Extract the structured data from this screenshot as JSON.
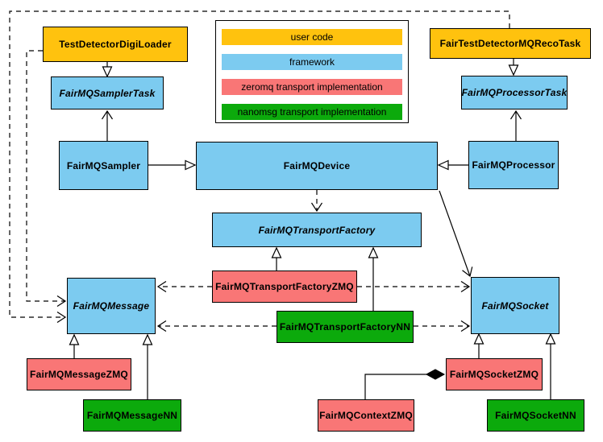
{
  "colors": {
    "user_code": "#FFC20E",
    "framework": "#7CCBF0",
    "zeromq": "#F97676",
    "nanomsg": "#0CAA0C"
  },
  "legend": {
    "items": [
      {
        "label": "user code",
        "color": "#FFC20E"
      },
      {
        "label": "framework",
        "color": "#7CCBF0"
      },
      {
        "label": "zeromq transport implementation",
        "color": "#F97676"
      },
      {
        "label": "nanomsg transport implementation",
        "color": "#0CAA0C"
      }
    ]
  },
  "nodes": {
    "test_detector_digi_loader": {
      "label": "TestDetectorDigiLoader",
      "category": "user_code",
      "abstract": false
    },
    "fair_test_detector_mq_reco_task": {
      "label": "FairTestDetectorMQRecoTask",
      "category": "user_code",
      "abstract": false
    },
    "fair_mq_sampler_task": {
      "label": "FairMQSamplerTask",
      "category": "framework",
      "abstract": true
    },
    "fair_mq_processor_task": {
      "label": "FairMQProcessorTask",
      "category": "framework",
      "abstract": true
    },
    "fair_mq_sampler": {
      "label": "FairMQSampler",
      "category": "framework",
      "abstract": false
    },
    "fair_mq_device": {
      "label": "FairMQDevice",
      "category": "framework",
      "abstract": false
    },
    "fair_mq_processor": {
      "label": "FairMQProcessor",
      "category": "framework",
      "abstract": false
    },
    "fair_mq_transport_factory": {
      "label": "FairMQTransportFactory",
      "category": "framework",
      "abstract": true
    },
    "fair_mq_transport_factory_zmq": {
      "label": "FairMQTransportFactoryZMQ",
      "category": "zeromq",
      "abstract": false
    },
    "fair_mq_transport_factory_nn": {
      "label": "FairMQTransportFactoryNN",
      "category": "nanomsg",
      "abstract": false
    },
    "fair_mq_message": {
      "label": "FairMQMessage",
      "category": "framework",
      "abstract": true
    },
    "fair_mq_socket": {
      "label": "FairMQSocket",
      "category": "framework",
      "abstract": true
    },
    "fair_mq_message_zmq": {
      "label": "FairMQMessageZMQ",
      "category": "zeromq",
      "abstract": false
    },
    "fair_mq_message_nn": {
      "label": "FairMQMessageNN",
      "category": "nanomsg",
      "abstract": false
    },
    "fair_mq_socket_zmq": {
      "label": "FairMQSocketZMQ",
      "category": "zeromq",
      "abstract": false
    },
    "fair_mq_socket_nn": {
      "label": "FairMQSocketNN",
      "category": "nanomsg",
      "abstract": false
    },
    "fair_mq_context_zmq": {
      "label": "FairMQContextZMQ",
      "category": "zeromq",
      "abstract": false
    }
  },
  "edges": [
    {
      "from": "TestDetectorDigiLoader",
      "to": "FairMQSamplerTask",
      "type": "inheritance",
      "line": "solid"
    },
    {
      "from": "FairTestDetectorMQRecoTask",
      "to": "FairMQProcessorTask",
      "type": "inheritance",
      "line": "solid"
    },
    {
      "from": "FairMQSampler",
      "to": "FairMQSamplerTask",
      "type": "association",
      "line": "solid"
    },
    {
      "from": "FairMQProcessor",
      "to": "FairMQProcessorTask",
      "type": "association",
      "line": "solid"
    },
    {
      "from": "FairMQSampler",
      "to": "FairMQDevice",
      "type": "inheritance",
      "line": "solid"
    },
    {
      "from": "FairMQProcessor",
      "to": "FairMQDevice",
      "type": "inheritance",
      "line": "solid"
    },
    {
      "from": "FairMQDevice",
      "to": "FairMQTransportFactory",
      "type": "dependency",
      "line": "dashed"
    },
    {
      "from": "FairMQDevice",
      "to": "FairMQSocket",
      "type": "association",
      "line": "solid"
    },
    {
      "from": "FairMQTransportFactoryZMQ",
      "to": "FairMQTransportFactory",
      "type": "inheritance",
      "line": "solid"
    },
    {
      "from": "FairMQTransportFactoryNN",
      "to": "FairMQTransportFactory",
      "type": "inheritance",
      "line": "solid"
    },
    {
      "from": "FairMQTransportFactoryZMQ",
      "to": "FairMQMessage",
      "type": "dependency",
      "line": "dashed"
    },
    {
      "from": "FairMQTransportFactoryZMQ",
      "to": "FairMQSocket",
      "type": "dependency",
      "line": "dashed"
    },
    {
      "from": "FairMQTransportFactoryNN",
      "to": "FairMQMessage",
      "type": "dependency",
      "line": "dashed"
    },
    {
      "from": "FairMQTransportFactoryNN",
      "to": "FairMQSocket",
      "type": "dependency",
      "line": "dashed"
    },
    {
      "from": "FairMQMessageZMQ",
      "to": "FairMQMessage",
      "type": "inheritance",
      "line": "solid"
    },
    {
      "from": "FairMQMessageNN",
      "to": "FairMQMessage",
      "type": "inheritance",
      "line": "solid"
    },
    {
      "from": "FairMQSocketZMQ",
      "to": "FairMQSocket",
      "type": "inheritance",
      "line": "solid"
    },
    {
      "from": "FairMQSocketNN",
      "to": "FairMQSocket",
      "type": "inheritance",
      "line": "solid"
    },
    {
      "from": "FairMQContextZMQ",
      "to": "FairMQSocketZMQ",
      "type": "composition",
      "line": "solid"
    },
    {
      "from": "TestDetectorDigiLoader",
      "to": "FairMQMessage",
      "type": "dependency",
      "line": "dashed"
    },
    {
      "from": "FairTestDetectorMQRecoTask",
      "to": "FairMQMessage",
      "type": "dependency",
      "line": "dashed"
    }
  ]
}
